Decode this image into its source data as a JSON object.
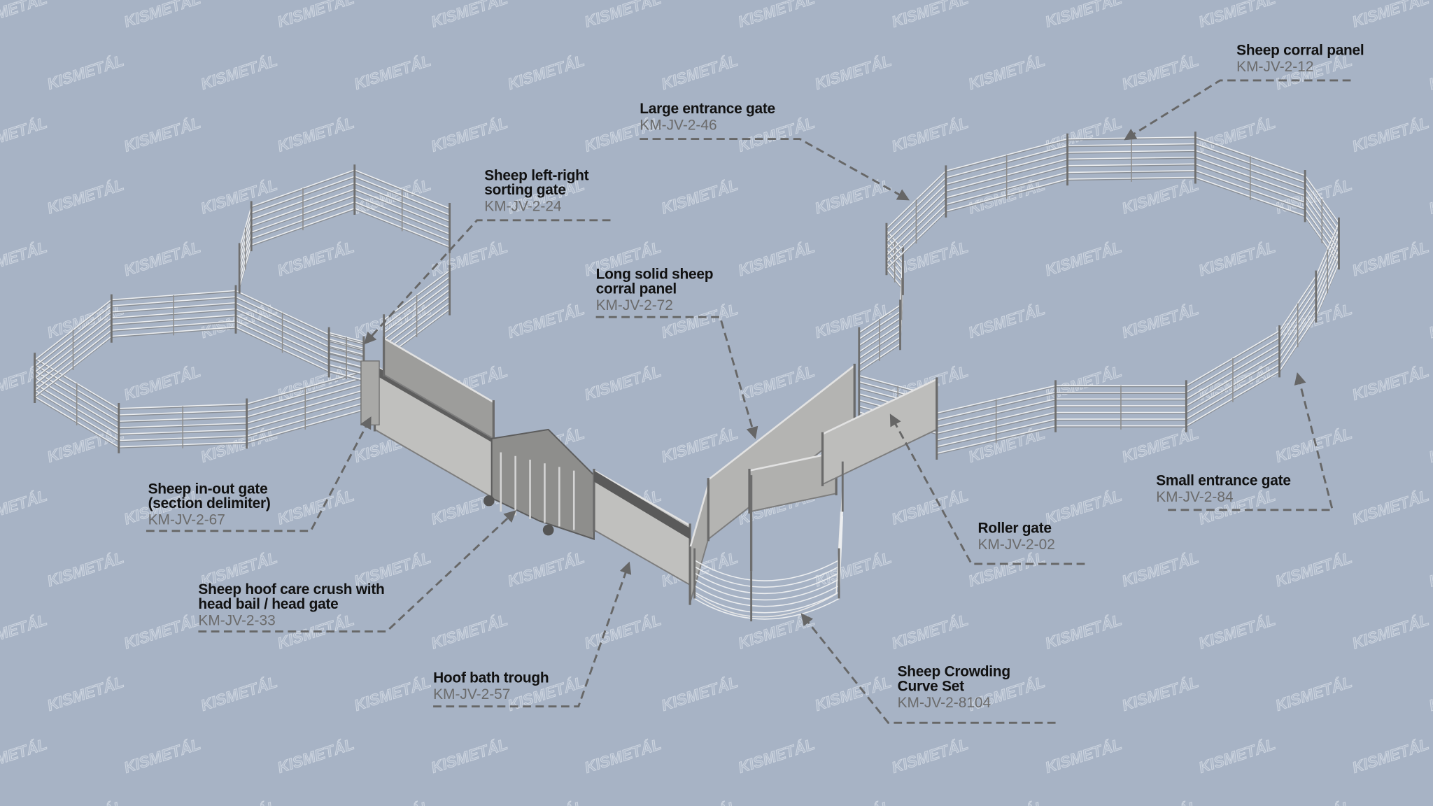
{
  "background": "#a7b3c5",
  "watermark": "KISMETÁL",
  "labels": [
    {
      "title": "Sheep corral panel",
      "code": "KM-JV-2-12"
    },
    {
      "title": "Large entrance gate",
      "code": "KM-JV-2-46"
    },
    {
      "title": "Sheep left-right\nsorting gate",
      "code": "KM-JV-2-24"
    },
    {
      "title": "Long solid sheep\ncorral panel",
      "code": "KM-JV-2-72"
    },
    {
      "title": "Sheep in-out gate\n(section delimiter)",
      "code": "KM-JV-2-67"
    },
    {
      "title": "Sheep hoof care crush with\nhead bail / head gate",
      "code": "KM-JV-2-33"
    },
    {
      "title": "Hoof bath trough",
      "code": "KM-JV-2-57"
    },
    {
      "title": "Sheep Crowding\nCurve Set",
      "code": "KM-JV-2-8104"
    },
    {
      "title": "Roller gate",
      "code": "KM-JV-2-02"
    },
    {
      "title": "Small entrance gate",
      "code": "KM-JV-2-84"
    }
  ]
}
